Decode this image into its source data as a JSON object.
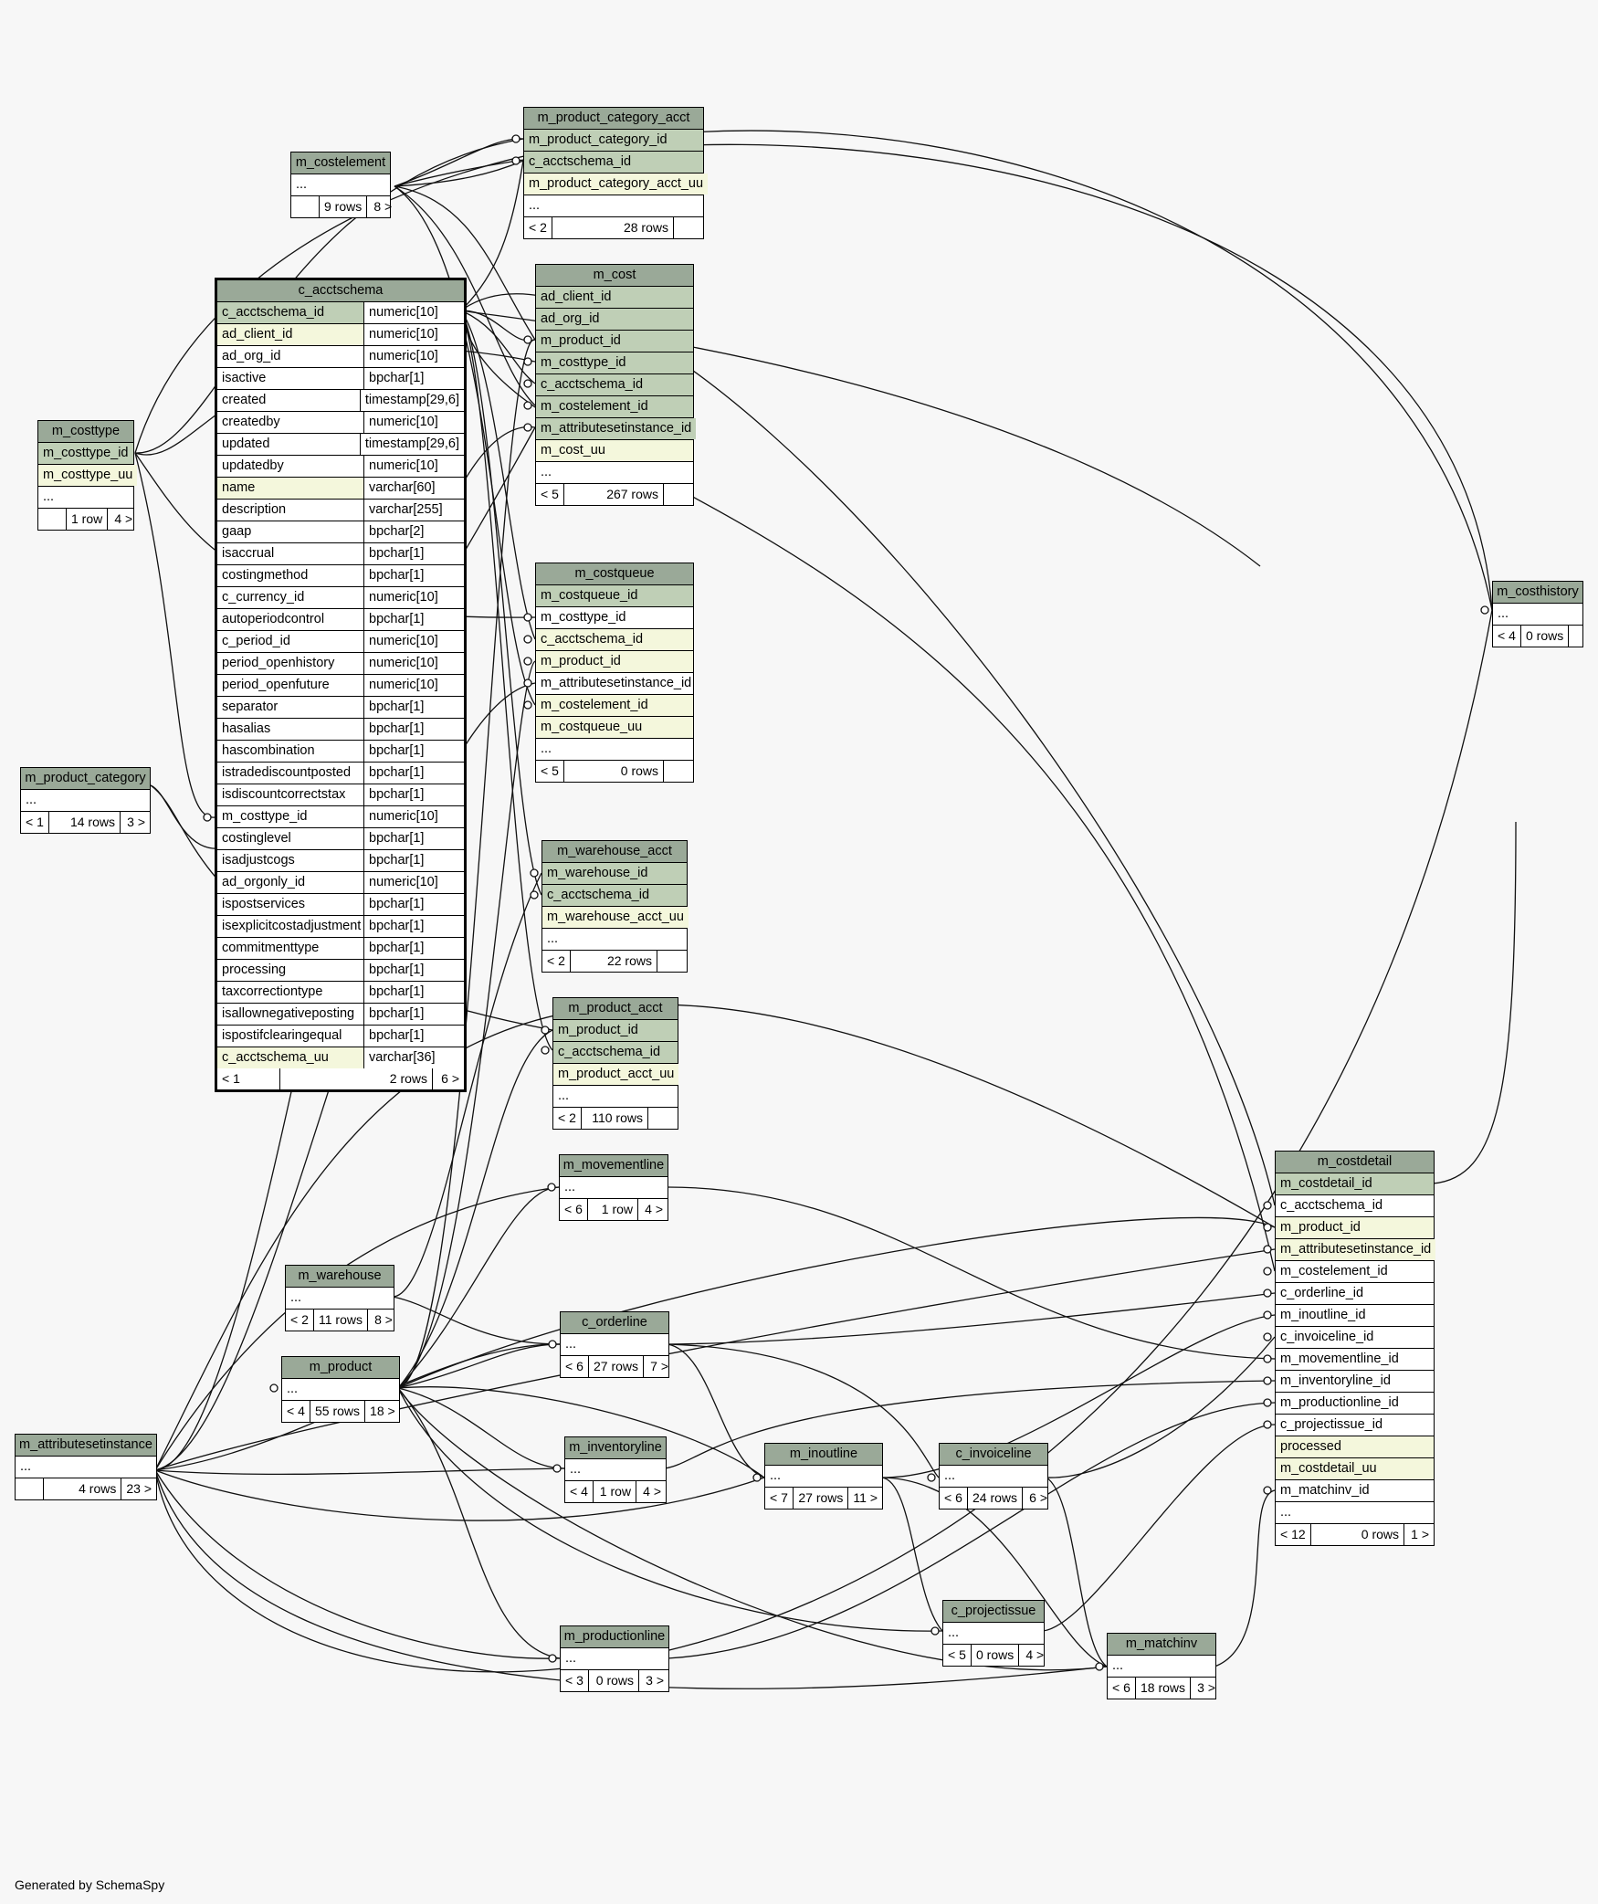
{
  "footer_text": "Generated by SchemaSpy",
  "tables": {
    "m_product_category_acct": {
      "name": "m_product_category_acct",
      "columns": [
        "m_product_category_id",
        "c_acctschema_id",
        "m_product_category_acct_uu",
        "..."
      ],
      "footer": [
        "< 2",
        "28 rows",
        ""
      ]
    },
    "m_costelement": {
      "name": "m_costelement",
      "columns": [
        "..."
      ],
      "footer": [
        "",
        "9 rows",
        "8 >"
      ]
    },
    "m_cost": {
      "name": "m_cost",
      "columns": [
        "ad_client_id",
        "ad_org_id",
        "m_product_id",
        "m_costtype_id",
        "c_acctschema_id",
        "m_costelement_id",
        "m_attributesetinstance_id",
        "m_cost_uu",
        "..."
      ],
      "footer": [
        "< 5",
        "267 rows",
        ""
      ]
    },
    "m_costtype": {
      "name": "m_costtype",
      "columns": [
        "m_costtype_id",
        "m_costtype_uu",
        "..."
      ],
      "footer": [
        "",
        "1 row",
        "4 >"
      ]
    },
    "m_costqueue": {
      "name": "m_costqueue",
      "columns": [
        "m_costqueue_id",
        "m_costtype_id",
        "c_acctschema_id",
        "m_product_id",
        "m_attributesetinstance_id",
        "m_costelement_id",
        "m_costqueue_uu",
        "..."
      ],
      "footer": [
        "< 5",
        "0 rows",
        ""
      ]
    },
    "m_product_category": {
      "name": "m_product_category",
      "columns": [
        "..."
      ],
      "footer": [
        "< 1",
        "14 rows",
        "3 >"
      ]
    },
    "m_warehouse_acct": {
      "name": "m_warehouse_acct",
      "columns": [
        "m_warehouse_id",
        "c_acctschema_id",
        "m_warehouse_acct_uu",
        "..."
      ],
      "footer": [
        "< 2",
        "22 rows",
        ""
      ]
    },
    "m_product_acct": {
      "name": "m_product_acct",
      "columns": [
        "m_product_id",
        "c_acctschema_id",
        "m_product_acct_uu",
        "..."
      ],
      "footer": [
        "< 2",
        "110 rows",
        ""
      ]
    },
    "m_costhistory": {
      "name": "m_costhistory",
      "columns": [
        "..."
      ],
      "footer": [
        "< 4",
        "0 rows",
        ""
      ]
    },
    "m_costdetail": {
      "name": "m_costdetail",
      "columns": [
        "m_costdetail_id",
        "c_acctschema_id",
        "m_product_id",
        "m_attributesetinstance_id",
        "m_costelement_id",
        "c_orderline_id",
        "m_inoutline_id",
        "c_invoiceline_id",
        "m_movementline_id",
        "m_inventoryline_id",
        "m_productionline_id",
        "c_projectissue_id",
        "processed",
        "m_costdetail_uu",
        "m_matchinv_id",
        "..."
      ],
      "footer": [
        "< 12",
        "0 rows",
        "1 >"
      ]
    },
    "m_movementline": {
      "name": "m_movementline",
      "columns": [
        "..."
      ],
      "footer": [
        "< 6",
        "1 row",
        "4 >"
      ]
    },
    "m_warehouse": {
      "name": "m_warehouse",
      "columns": [
        "..."
      ],
      "footer": [
        "< 2",
        "11 rows",
        "8 >"
      ]
    },
    "c_orderline": {
      "name": "c_orderline",
      "columns": [
        "..."
      ],
      "footer": [
        "< 6",
        "27 rows",
        "7 >"
      ]
    },
    "m_product": {
      "name": "m_product",
      "columns": [
        "..."
      ],
      "footer": [
        "< 4",
        "55 rows",
        "18 >"
      ]
    },
    "m_attributesetinstance": {
      "name": "m_attributesetinstance",
      "columns": [
        "..."
      ],
      "footer": [
        "",
        "4 rows",
        "23 >"
      ]
    },
    "m_inventoryline": {
      "name": "m_inventoryline",
      "columns": [
        "..."
      ],
      "footer": [
        "< 4",
        "1 row",
        "4 >"
      ]
    },
    "m_inoutline": {
      "name": "m_inoutline",
      "columns": [
        "..."
      ],
      "footer": [
        "< 7",
        "27 rows",
        "11 >"
      ]
    },
    "c_invoiceline": {
      "name": "c_invoiceline",
      "columns": [
        "..."
      ],
      "footer": [
        "< 6",
        "24 rows",
        "6 >"
      ]
    },
    "c_projectissue": {
      "name": "c_projectissue",
      "columns": [
        "..."
      ],
      "footer": [
        "< 5",
        "0 rows",
        "4 >"
      ]
    },
    "m_productionline": {
      "name": "m_productionline",
      "columns": [
        "..."
      ],
      "footer": [
        "< 3",
        "0 rows",
        "3 >"
      ]
    },
    "m_matchinv": {
      "name": "m_matchinv",
      "columns": [
        "..."
      ],
      "footer": [
        "< 6",
        "18 rows",
        "3 >"
      ]
    }
  },
  "c_acctschema": {
    "name": "c_acctschema",
    "columns": [
      [
        "c_acctschema_id",
        "numeric[10]"
      ],
      [
        "ad_client_id",
        "numeric[10]"
      ],
      [
        "ad_org_id",
        "numeric[10]"
      ],
      [
        "isactive",
        "bpchar[1]"
      ],
      [
        "created",
        "timestamp[29,6]"
      ],
      [
        "createdby",
        "numeric[10]"
      ],
      [
        "updated",
        "timestamp[29,6]"
      ],
      [
        "updatedby",
        "numeric[10]"
      ],
      [
        "name",
        "varchar[60]"
      ],
      [
        "description",
        "varchar[255]"
      ],
      [
        "gaap",
        "bpchar[2]"
      ],
      [
        "isaccrual",
        "bpchar[1]"
      ],
      [
        "costingmethod",
        "bpchar[1]"
      ],
      [
        "c_currency_id",
        "numeric[10]"
      ],
      [
        "autoperiodcontrol",
        "bpchar[1]"
      ],
      [
        "c_period_id",
        "numeric[10]"
      ],
      [
        "period_openhistory",
        "numeric[10]"
      ],
      [
        "period_openfuture",
        "numeric[10]"
      ],
      [
        "separator",
        "bpchar[1]"
      ],
      [
        "hasalias",
        "bpchar[1]"
      ],
      [
        "hascombination",
        "bpchar[1]"
      ],
      [
        "istradediscountposted",
        "bpchar[1]"
      ],
      [
        "isdiscountcorrectstax",
        "bpchar[1]"
      ],
      [
        "m_costtype_id",
        "numeric[10]"
      ],
      [
        "costinglevel",
        "bpchar[1]"
      ],
      [
        "isadjustcogs",
        "bpchar[1]"
      ],
      [
        "ad_orgonly_id",
        "numeric[10]"
      ],
      [
        "ispostservices",
        "bpchar[1]"
      ],
      [
        "isexplicitcostadjustment",
        "bpchar[1]"
      ],
      [
        "commitmenttype",
        "bpchar[1]"
      ],
      [
        "processing",
        "bpchar[1]"
      ],
      [
        "taxcorrectiontype",
        "bpchar[1]"
      ],
      [
        "isallownegativeposting",
        "bpchar[1]"
      ],
      [
        "ispostifclearingequal",
        "bpchar[1]"
      ],
      [
        "c_acctschema_uu",
        "varchar[36]"
      ]
    ],
    "footer": [
      "< 1",
      "2 rows",
      "6 >"
    ]
  }
}
